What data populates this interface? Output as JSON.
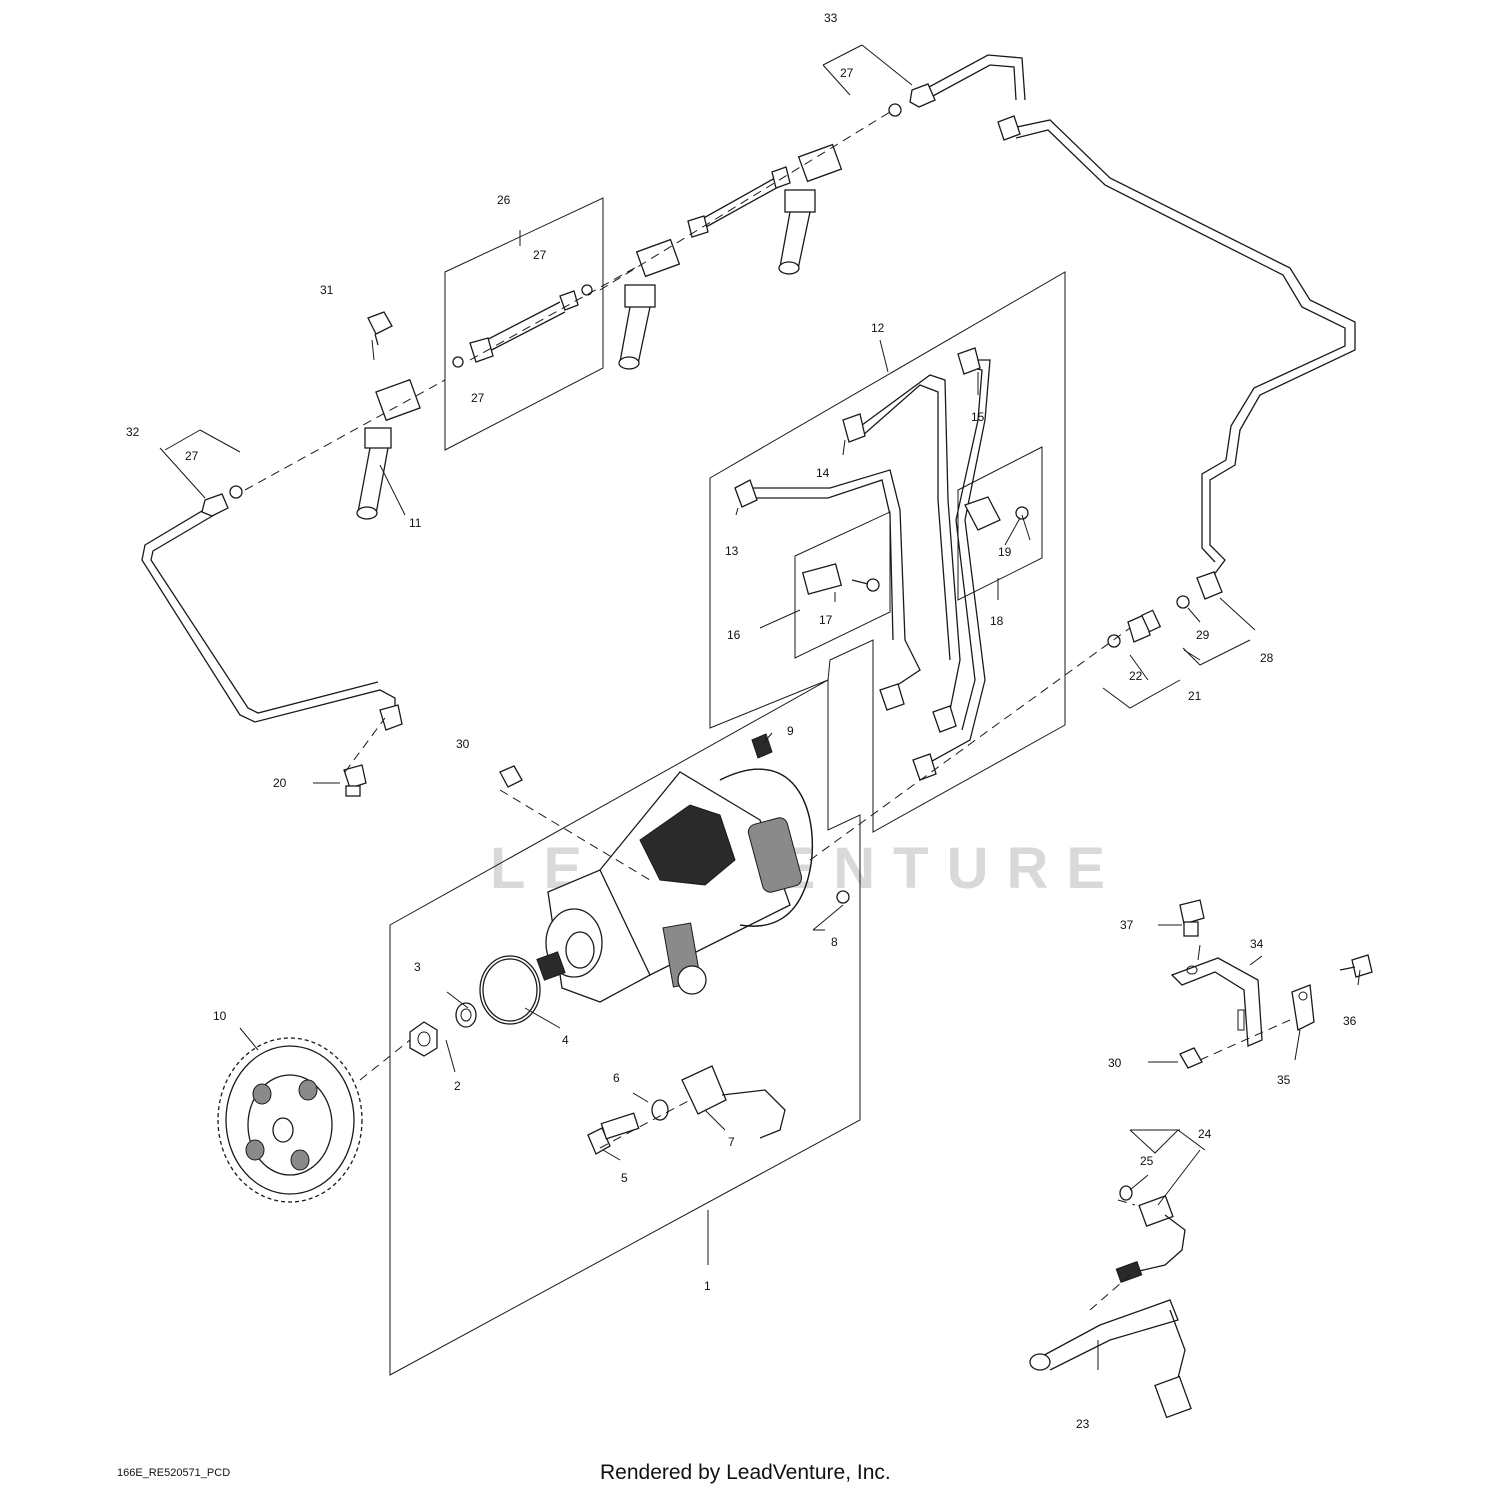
{
  "watermark": "LEADVENTURE",
  "footer": {
    "drawing_code": "166E_RE520571_PCD",
    "credit": "Rendered by LeadVenture, Inc."
  },
  "callouts": [
    {
      "id": "c1",
      "label": "1"
    },
    {
      "id": "c2",
      "label": "2"
    },
    {
      "id": "c3",
      "label": "3"
    },
    {
      "id": "c4",
      "label": "4"
    },
    {
      "id": "c5",
      "label": "5"
    },
    {
      "id": "c6",
      "label": "6"
    },
    {
      "id": "c7",
      "label": "7"
    },
    {
      "id": "c8",
      "label": "8"
    },
    {
      "id": "c9",
      "label": "9"
    },
    {
      "id": "c10",
      "label": "10"
    },
    {
      "id": "c11",
      "label": "11"
    },
    {
      "id": "c12",
      "label": "12"
    },
    {
      "id": "c13",
      "label": "13"
    },
    {
      "id": "c14",
      "label": "14"
    },
    {
      "id": "c15",
      "label": "15"
    },
    {
      "id": "c16",
      "label": "16"
    },
    {
      "id": "c17",
      "label": "17"
    },
    {
      "id": "c18",
      "label": "18"
    },
    {
      "id": "c19",
      "label": "19"
    },
    {
      "id": "c20",
      "label": "20"
    },
    {
      "id": "c21",
      "label": "21"
    },
    {
      "id": "c22",
      "label": "22"
    },
    {
      "id": "c23",
      "label": "23"
    },
    {
      "id": "c24",
      "label": "24"
    },
    {
      "id": "c25",
      "label": "25"
    },
    {
      "id": "c26",
      "label": "26"
    },
    {
      "id": "c27a",
      "label": "27"
    },
    {
      "id": "c27b",
      "label": "27"
    },
    {
      "id": "c27c",
      "label": "27"
    },
    {
      "id": "c27d",
      "label": "27"
    },
    {
      "id": "c28",
      "label": "28"
    },
    {
      "id": "c29",
      "label": "29"
    },
    {
      "id": "c30a",
      "label": "30"
    },
    {
      "id": "c30b",
      "label": "30"
    },
    {
      "id": "c31",
      "label": "31"
    },
    {
      "id": "c32",
      "label": "32"
    },
    {
      "id": "c33",
      "label": "33"
    },
    {
      "id": "c34",
      "label": "34"
    },
    {
      "id": "c35",
      "label": "35"
    },
    {
      "id": "c36",
      "label": "36"
    },
    {
      "id": "c37",
      "label": "37"
    }
  ]
}
